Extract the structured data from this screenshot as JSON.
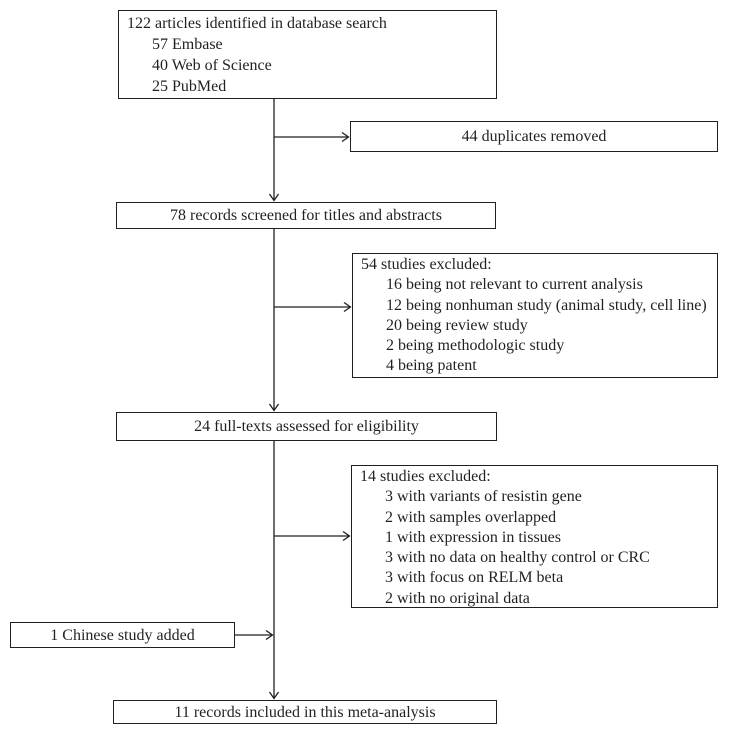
{
  "flowchart": {
    "identified": {
      "heading": "122 articles identified in database search",
      "items": [
        "57 Embase",
        "40 Web of Science",
        "25 PubMed"
      ]
    },
    "duplicates_removed": "44 duplicates removed",
    "screened": "78 records screened for titles and abstracts",
    "excluded_screening": {
      "heading": "54 studies excluded:",
      "items": [
        "16 being not relevant to current analysis",
        "12 being nonhuman study (animal study, cell line)",
        "20 being review study",
        "2 being methodologic study",
        "4 being patent"
      ]
    },
    "fulltext_assessed": "24 full-texts assessed for eligibility",
    "excluded_fulltext": {
      "heading": "14 studies excluded:",
      "items": [
        "3 with variants of resistin gene",
        "2 with samples overlapped",
        "1 with expression in tissues",
        "3 with no data on healthy control or CRC",
        "3 with focus on RELM beta",
        "2 with no original data"
      ]
    },
    "chinese_added": "1 Chinese study added",
    "included": "11 records included in this meta-analysis",
    "colors": {
      "line": "#231f20",
      "text": "#231f20",
      "background": "#ffffff"
    }
  }
}
